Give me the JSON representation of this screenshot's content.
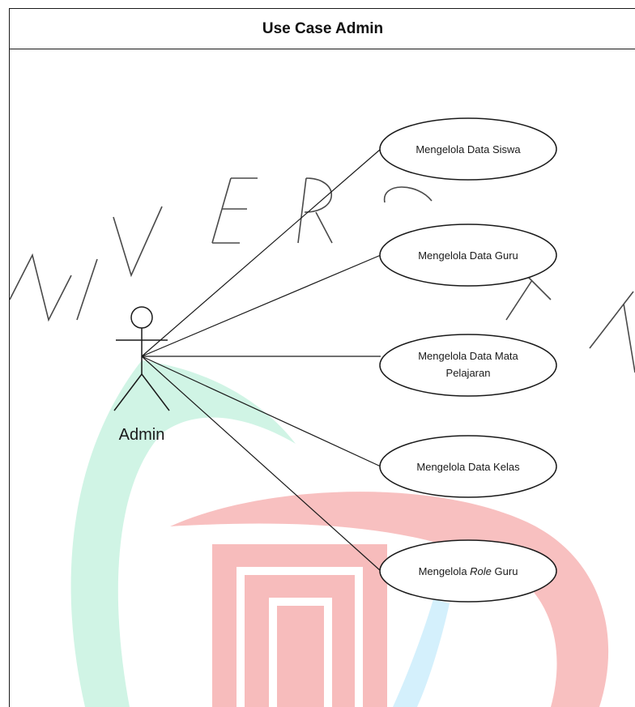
{
  "diagram": {
    "title": "Use Case Admin",
    "actor": {
      "label": "Admin"
    },
    "use_cases": [
      {
        "id": "uc1",
        "label": "Mengelola Data Siswa"
      },
      {
        "id": "uc2",
        "label": "Mengelola Data Guru"
      },
      {
        "id": "uc3",
        "label": "Mengelola Data Mata Pelajaran"
      },
      {
        "id": "uc4",
        "label": "Mengelola Data Kelas"
      },
      {
        "id": "uc5",
        "label_prefix": "Mengelola ",
        "label_italic": "Role",
        "label_suffix": " Guru"
      }
    ]
  },
  "watermark": {
    "letters": [
      "N",
      "I",
      "V",
      "E",
      "R",
      "S",
      "T",
      "A"
    ],
    "colors": {
      "teal": "#c8f2e0",
      "red": "#f7b5b5",
      "blue": "#cfeefc",
      "letters": "#555555"
    }
  }
}
